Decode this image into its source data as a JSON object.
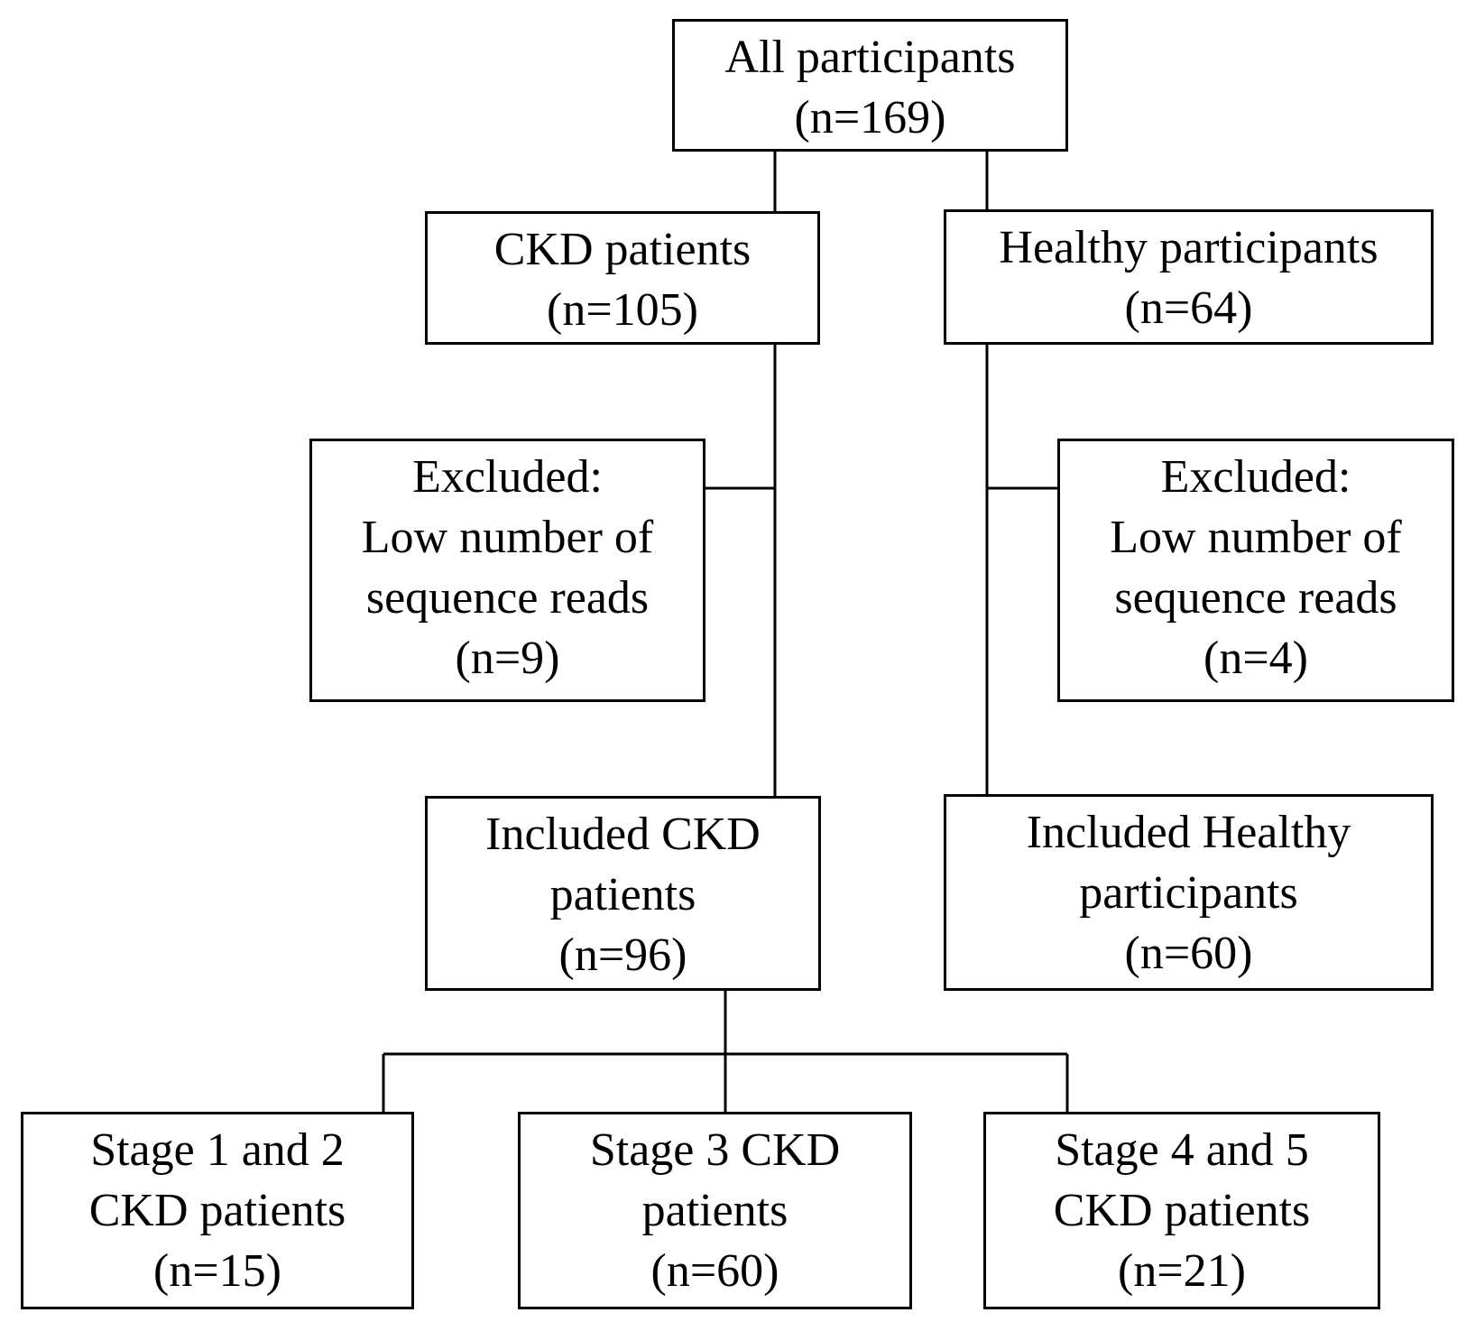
{
  "flowchart": {
    "all_participants": {
      "label": "All participants",
      "count": "(n=169)"
    },
    "ckd_patients": {
      "label": "CKD patients",
      "count": "(n=105)"
    },
    "healthy_participants": {
      "label": "Healthy participants",
      "count": "(n=64)"
    },
    "excluded_ckd": {
      "line1": "Excluded:",
      "line2": "Low number of",
      "line3": "sequence reads",
      "count": "(n=9)"
    },
    "excluded_healthy": {
      "line1": "Excluded:",
      "line2": "Low number of",
      "line3": "sequence reads",
      "count": "(n=4)"
    },
    "included_ckd": {
      "line1": "Included CKD",
      "line2": "patients",
      "count": "(n=96)"
    },
    "included_healthy": {
      "line1": "Included Healthy",
      "line2": "participants",
      "count": "(n=60)"
    },
    "stage_1_2": {
      "line1": "Stage 1 and 2",
      "line2": "CKD patients",
      "count": "(n=15)"
    },
    "stage_3": {
      "line1": "Stage 3 CKD",
      "line2": "patients",
      "count": "(n=60)"
    },
    "stage_4_5": {
      "line1": "Stage 4 and 5",
      "line2": "CKD patients",
      "count": "(n=21)"
    }
  }
}
